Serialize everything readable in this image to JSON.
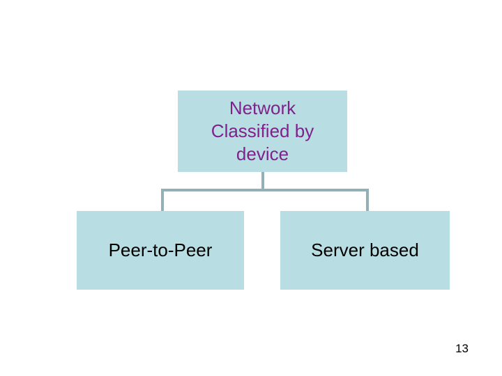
{
  "slide": {
    "number": "13",
    "background_color": "#ffffff"
  },
  "diagram": {
    "type": "org-chart",
    "node_fill_color": "#b8dee3",
    "connector_color": "#92b0b5",
    "root": {
      "label": "Network\nClassified by\ndevice",
      "text_color": "#80218c"
    },
    "children": [
      {
        "label": "Peer-to-Peer",
        "text_color": "#000000"
      },
      {
        "label": "Server based",
        "text_color": "#000000"
      }
    ]
  }
}
